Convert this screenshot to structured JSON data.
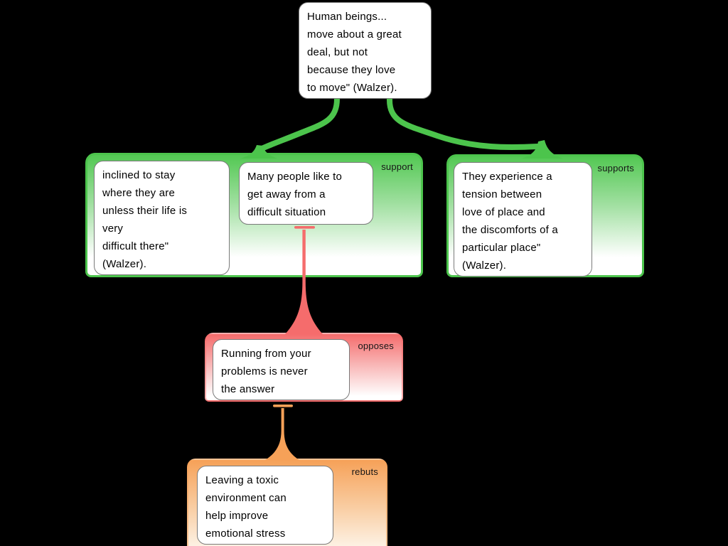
{
  "diagram": {
    "main_claim": {
      "text": "Human beings...\nmove about a great\ndeal, but not\nbecause they love\nto move\" (Walzer)."
    },
    "support_group_left": {
      "label": "support",
      "claims": {
        "stay": {
          "text": "inclined to stay\nwhere they are\nunless their life is\nvery\ndifficult there\"\n(Walzer)."
        },
        "get_away": {
          "text": "Many people like to\nget away from a\ndifficult situation"
        }
      }
    },
    "support_group_right": {
      "label": "supports",
      "claims": {
        "tension": {
          "text": "They experience a\ntension between\nlove of place and\nthe discomforts of a\nparticular place\"\n(Walzer)."
        }
      }
    },
    "oppose_group": {
      "label": "opposes",
      "claims": {
        "running": {
          "text": "Running from your\nproblems is never\nthe answer"
        }
      }
    },
    "rebut_group": {
      "label": "rebuts",
      "claims": {
        "leaving": {
          "text": "Leaving a toxic\nenvironment can\nhelp improve\nemotional stress"
        }
      }
    },
    "colors": {
      "support": "#4cc44c",
      "oppose": "#f56c6c",
      "rebut": "#f6a158",
      "background": "#000000",
      "claim_background": "#ffffff"
    }
  }
}
